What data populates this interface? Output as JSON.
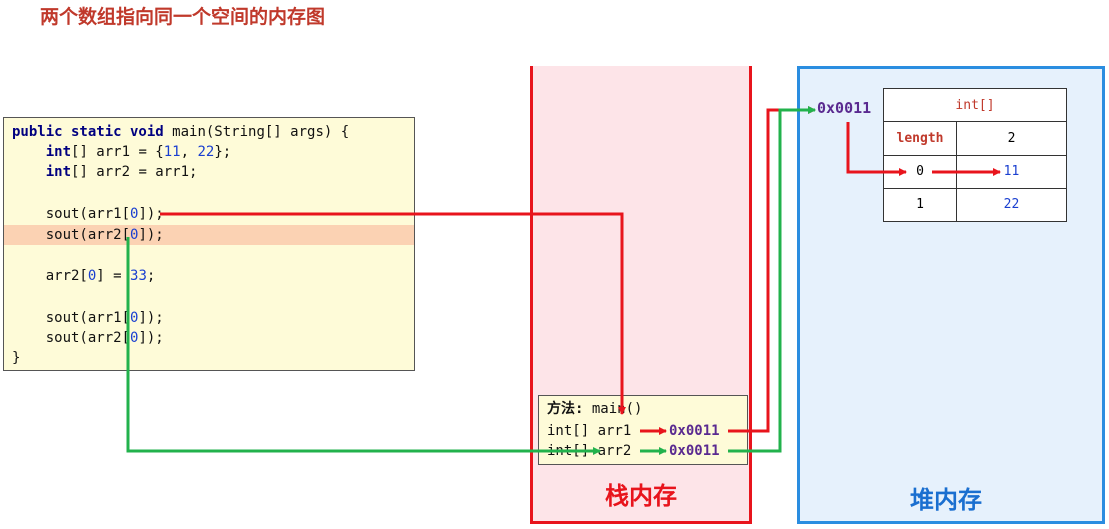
{
  "title": "两个数组指向同一个空间的内存图",
  "code": {
    "lines": [
      {
        "parts": [
          {
            "t": "public static void ",
            "c": "kw"
          },
          {
            "t": "main(String[] args) {",
            "c": ""
          }
        ]
      },
      {
        "parts": [
          {
            "t": "    ",
            "c": ""
          },
          {
            "t": "int",
            "c": "kw"
          },
          {
            "t": "[] arr1 = {",
            "c": ""
          },
          {
            "t": "11",
            "c": "num"
          },
          {
            "t": ", ",
            "c": ""
          },
          {
            "t": "22",
            "c": "num"
          },
          {
            "t": "};",
            "c": ""
          }
        ]
      },
      {
        "parts": [
          {
            "t": "    ",
            "c": ""
          },
          {
            "t": "int",
            "c": "kw"
          },
          {
            "t": "[] arr2 = arr1;",
            "c": ""
          }
        ]
      },
      {
        "parts": [
          {
            "t": "",
            "c": ""
          }
        ]
      },
      {
        "parts": [
          {
            "t": "    sout(arr1[",
            "c": ""
          },
          {
            "t": "0",
            "c": "num"
          },
          {
            "t": "]);",
            "c": ""
          }
        ]
      },
      {
        "parts": [
          {
            "t": "    sout(arr2[",
            "c": ""
          },
          {
            "t": "0",
            "c": "num"
          },
          {
            "t": "]);",
            "c": ""
          }
        ],
        "highlight": true
      },
      {
        "parts": [
          {
            "t": "",
            "c": ""
          }
        ]
      },
      {
        "parts": [
          {
            "t": "    arr2[",
            "c": ""
          },
          {
            "t": "0",
            "c": "num"
          },
          {
            "t": "] = ",
            "c": ""
          },
          {
            "t": "33",
            "c": "num"
          },
          {
            "t": ";",
            "c": ""
          }
        ]
      },
      {
        "parts": [
          {
            "t": "",
            "c": ""
          }
        ]
      },
      {
        "parts": [
          {
            "t": "    sout(arr1[",
            "c": ""
          },
          {
            "t": "0",
            "c": "num"
          },
          {
            "t": "]);",
            "c": ""
          }
        ]
      },
      {
        "parts": [
          {
            "t": "    sout(arr2[",
            "c": ""
          },
          {
            "t": "0",
            "c": "num"
          },
          {
            "t": "]);",
            "c": ""
          }
        ]
      },
      {
        "parts": [
          {
            "t": "}",
            "c": ""
          }
        ]
      }
    ]
  },
  "stack": {
    "label": "栈内存",
    "frame_title": "方法: ",
    "frame_method": "main()",
    "vars": [
      {
        "decl": "int[] arr1",
        "value": "0x0011"
      },
      {
        "decl": "int[] arr2",
        "value": "0x0011"
      }
    ]
  },
  "heap": {
    "label": "堆内存",
    "address": "0x0011",
    "array_type": "int[]",
    "length_label": "length",
    "length_value": "2",
    "rows": [
      {
        "index": "0",
        "value": "11"
      },
      {
        "index": "1",
        "value": "22"
      }
    ]
  },
  "colors": {
    "stack_border": "#e8141c",
    "heap_border": "#2a8de0",
    "arrow_red": "#e8141c",
    "arrow_green": "#22b24c"
  }
}
